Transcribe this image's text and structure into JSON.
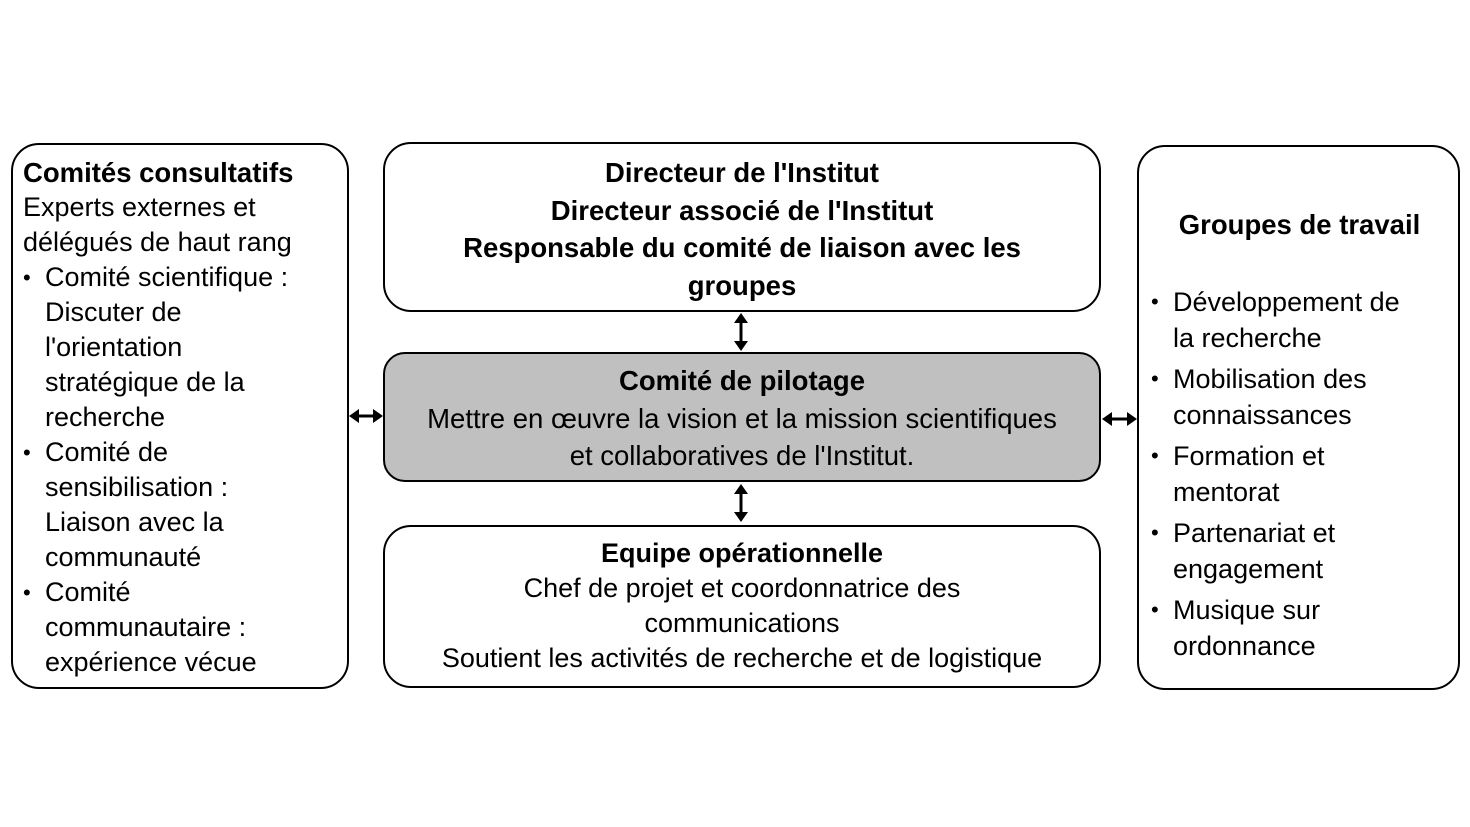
{
  "left_panel": {
    "title": "Comités consultatifs",
    "subtitle_lines": [
      "Experts externes et",
      "délégués de haut rang"
    ],
    "items": [
      {
        "lines": [
          "Comité scientifique :",
          "Discuter de",
          "l'orientation",
          "stratégique de la",
          "recherche"
        ]
      },
      {
        "lines": [
          "Comité de",
          "sensibilisation :",
          "Liaison avec la",
          "communauté"
        ]
      },
      {
        "lines": [
          "Comité",
          "communautaire :",
          "expérience vécue"
        ]
      }
    ]
  },
  "top_panel": {
    "lines": [
      "Directeur de l'Institut",
      "Directeur associé de l'Institut",
      "Responsable du comité de liaison avec les",
      "groupes"
    ]
  },
  "middle_panel": {
    "title": "Comité de pilotage",
    "lines": [
      "Mettre en œuvre la vision et la mission scientifiques",
      "et collaboratives de l'Institut."
    ],
    "fill_color": "#c0c0c0"
  },
  "bottom_panel": {
    "title": "Equipe opérationnelle",
    "lines": [
      "Chef de projet et coordonnatrice des",
      "communications",
      "Soutient les activités de recherche et de logistique"
    ]
  },
  "right_panel": {
    "title": "Groupes de travail",
    "items": [
      {
        "lines": [
          "Développement de",
          "la recherche"
        ]
      },
      {
        "lines": [
          "Mobilisation des",
          "connaissances"
        ]
      },
      {
        "lines": [
          "Formation et",
          "mentorat"
        ]
      },
      {
        "lines": [
          "Partenariat et",
          "engagement"
        ]
      },
      {
        "lines": [
          "Musique sur",
          "ordonnance"
        ]
      }
    ]
  },
  "connectors": [
    {
      "from": "top_panel",
      "to": "middle_panel",
      "type": "double-arrow-vertical"
    },
    {
      "from": "middle_panel",
      "to": "bottom_panel",
      "type": "double-arrow-vertical"
    },
    {
      "from": "left_panel",
      "to": "middle_panel",
      "type": "double-arrow-horizontal"
    },
    {
      "from": "middle_panel",
      "to": "right_panel",
      "type": "double-arrow-horizontal"
    }
  ]
}
